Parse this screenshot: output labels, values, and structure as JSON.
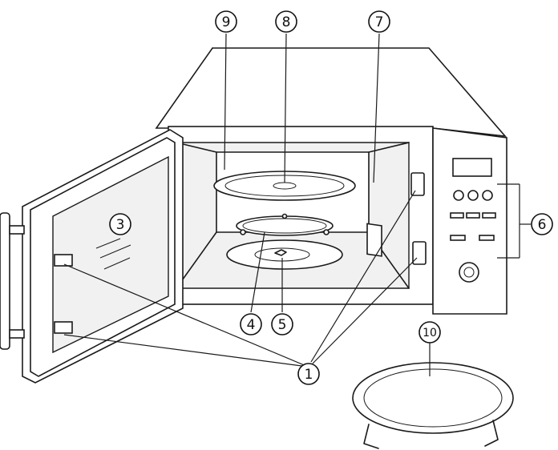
{
  "callouts": [
    {
      "id": "1",
      "label": "1"
    },
    {
      "id": "3",
      "label": "3"
    },
    {
      "id": "4",
      "label": "4"
    },
    {
      "id": "5",
      "label": "5"
    },
    {
      "id": "6",
      "label": "6"
    },
    {
      "id": "7",
      "label": "7"
    },
    {
      "id": "8",
      "label": "8"
    },
    {
      "id": "9",
      "label": "9"
    },
    {
      "id": "10",
      "label": "10"
    }
  ]
}
